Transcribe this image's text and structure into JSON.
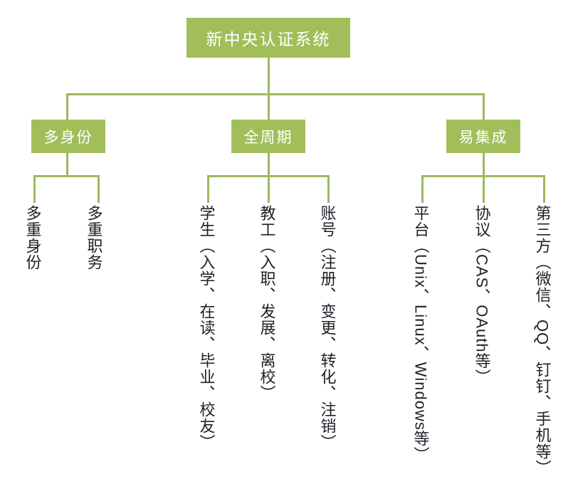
{
  "diagram": {
    "title": "新中央认证系统",
    "type": "org-tree",
    "colors": {
      "box_fill": "#A2BE5B",
      "box_text": "#FFFFFF",
      "connector": "#9CB960",
      "leaf_text": "#20222A",
      "background": "#FFFFFF"
    },
    "root": {
      "label": "新中央认证系统"
    },
    "branches": [
      {
        "label": "多身份",
        "children": [
          {
            "label": "多重身份"
          },
          {
            "label": "多重职务"
          }
        ]
      },
      {
        "label": "全周期",
        "children": [
          {
            "label": "学生（入学、在读、毕业、校友）"
          },
          {
            "label": "教工（入职、发展、离校）"
          },
          {
            "label": "账号（注册、变更、转化、注销）"
          }
        ]
      },
      {
        "label": "易集成",
        "children": [
          {
            "label": "平台（Unix、Linux、Windows等）"
          },
          {
            "label": "协议（CAS、OAuth等）"
          },
          {
            "label": "第三方（微信、QQ、钉钉、手机等）"
          }
        ]
      }
    ]
  }
}
